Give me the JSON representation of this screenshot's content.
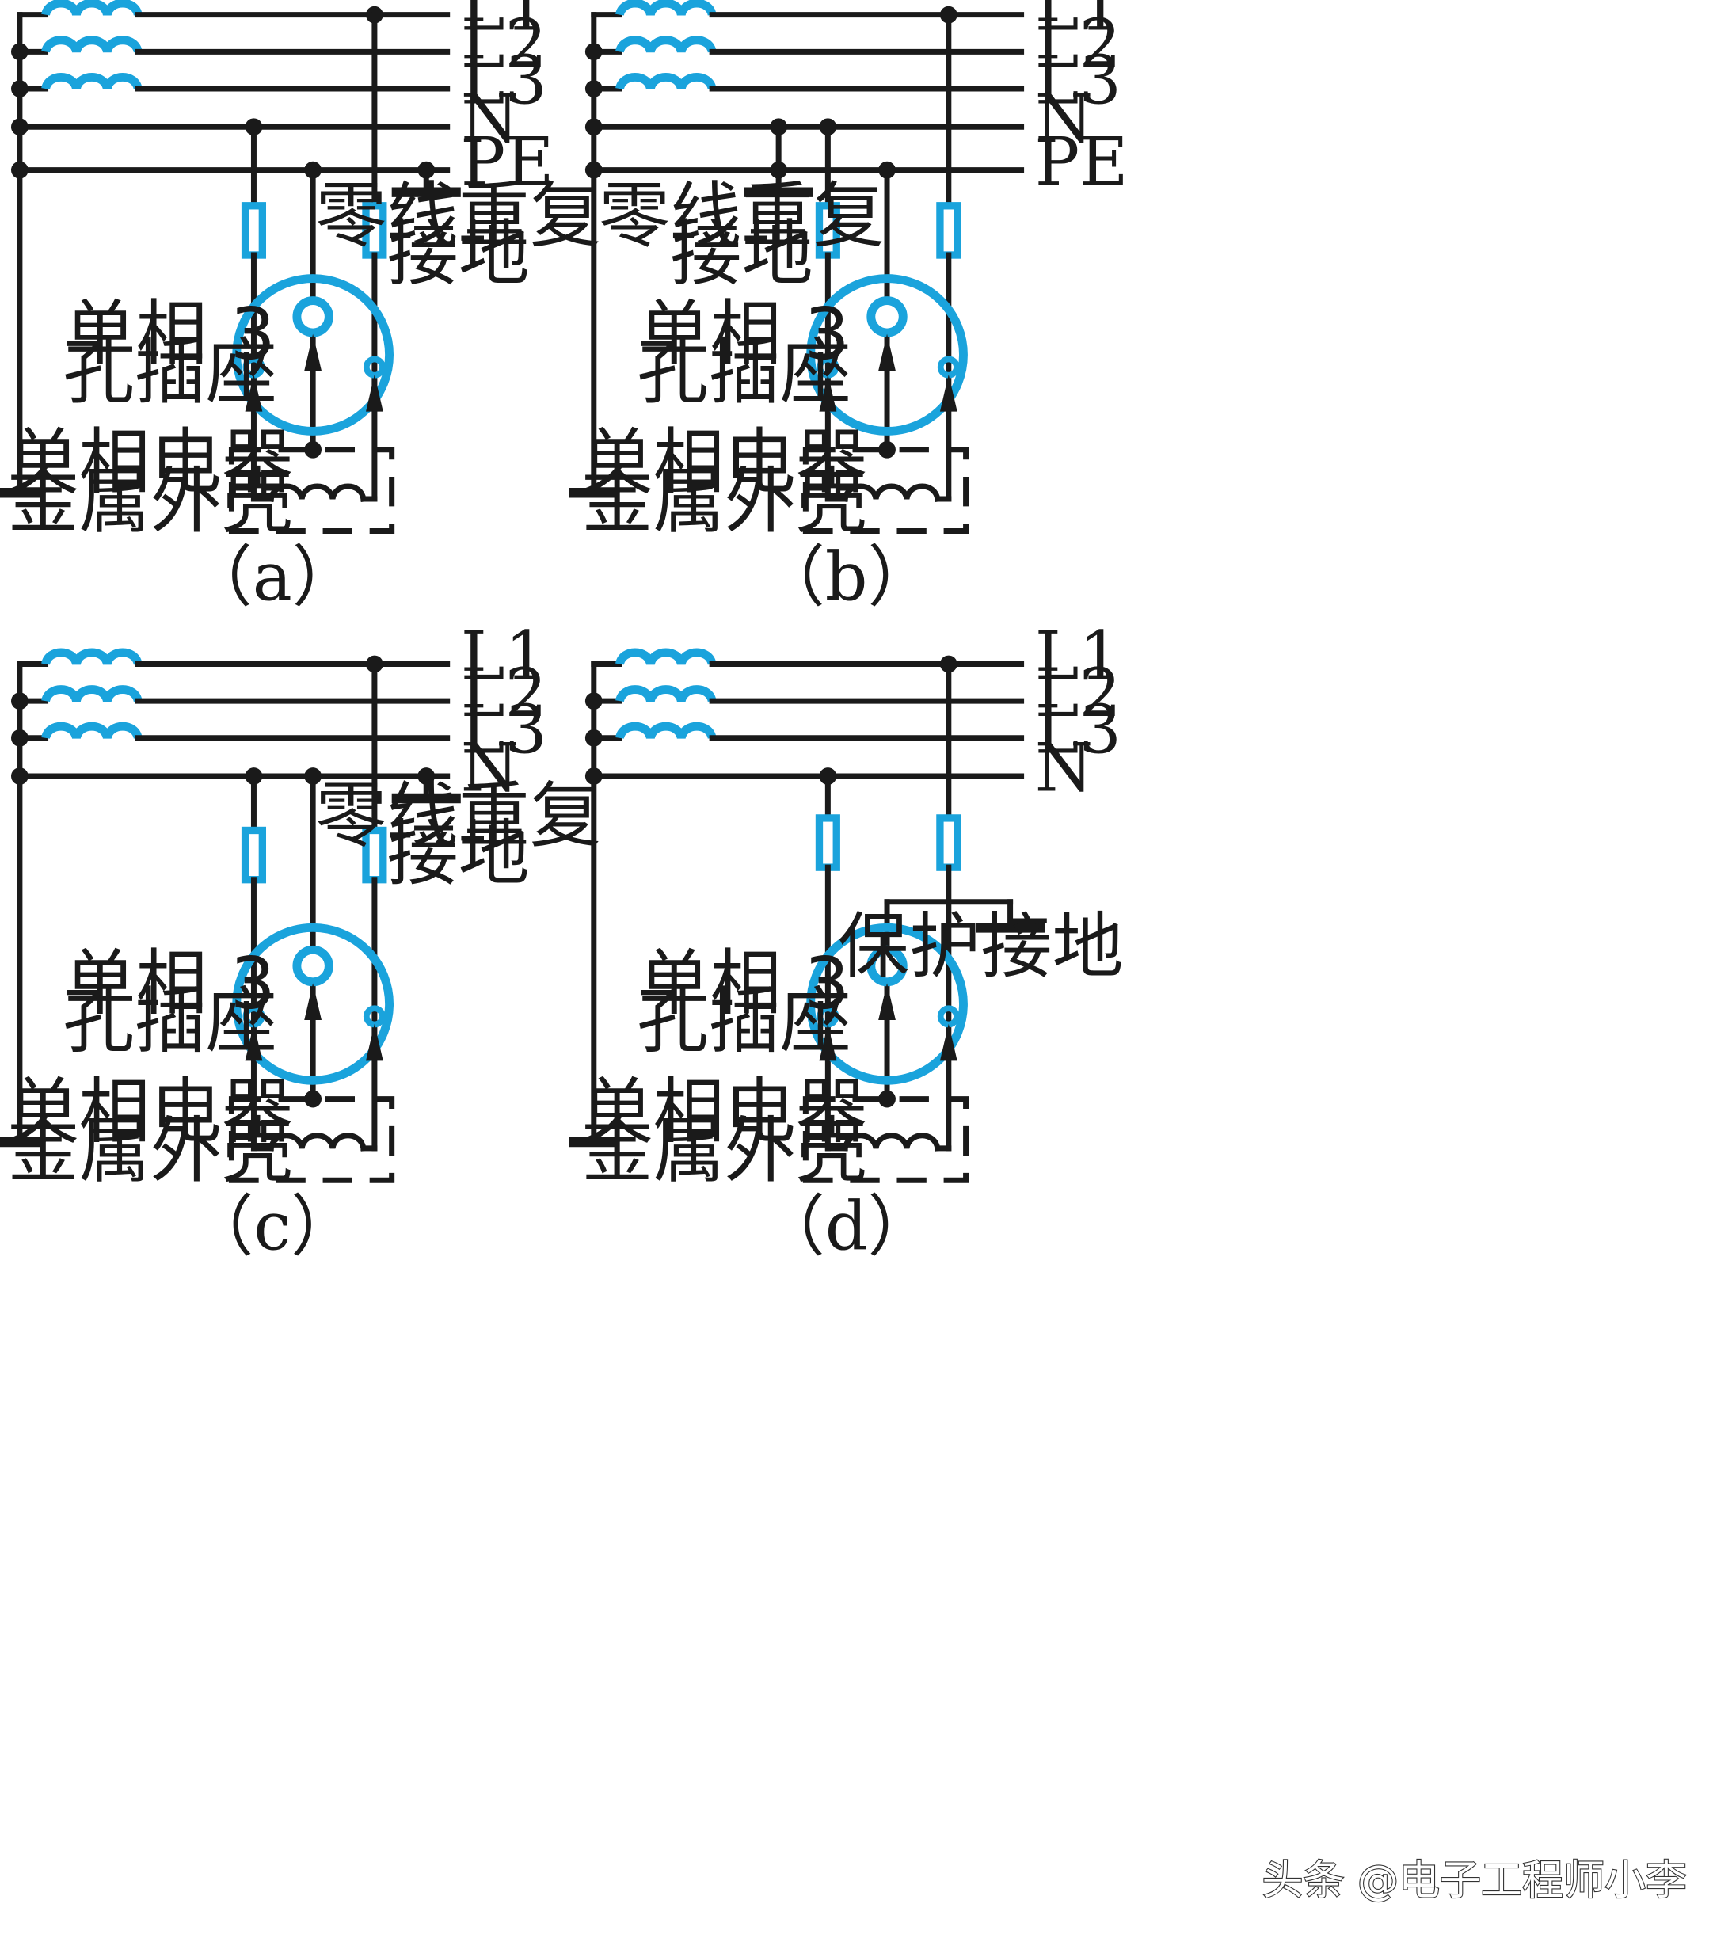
{
  "line_labels": [
    "L1",
    "L2",
    "L3",
    "N",
    "PE"
  ],
  "panels": [
    {
      "id": "a",
      "caption": "（a）",
      "has_pe": true,
      "repeat_ground_on": "PE",
      "ground_label_lines": [
        "零线重复",
        "接地"
      ],
      "socket_label_lines": [
        "单相 3",
        "孔插座"
      ],
      "appliance_label_lines": [
        "单相电器",
        "金属外壳"
      ]
    },
    {
      "id": "b",
      "caption": "（b）",
      "has_pe": true,
      "repeat_ground_on": "N-PE",
      "ground_label_lines": [
        "零线重复",
        "接地"
      ],
      "socket_label_lines": [
        "单相 3",
        "孔插座"
      ],
      "appliance_label_lines": [
        "单相电器",
        "金属外壳"
      ]
    },
    {
      "id": "c",
      "caption": "（c）",
      "has_pe": false,
      "repeat_ground_on": "N",
      "ground_label_lines": [
        "零线重复",
        "接地"
      ],
      "socket_label_lines": [
        "单相 3",
        "孔插座"
      ],
      "appliance_label_lines": [
        "单相电器",
        "金属外壳"
      ]
    },
    {
      "id": "d",
      "caption": "（d）",
      "has_pe": false,
      "repeat_ground_on": "protective",
      "ground_label_lines": [
        "保护接地"
      ],
      "socket_label_lines": [
        "单相 3",
        "孔插座"
      ],
      "appliance_label_lines": [
        "单相电器",
        "金属外壳"
      ]
    }
  ],
  "watermark": "头条 @电子工程师小李",
  "colors": {
    "wire": "#1a1a1a",
    "accent": "#1aa3dc"
  }
}
